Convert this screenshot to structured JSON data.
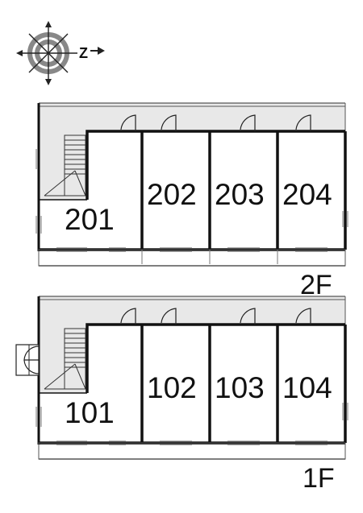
{
  "compass": {
    "north_letter": "Z"
  },
  "floors": [
    {
      "label": "2F",
      "units": [
        "201",
        "202",
        "203",
        "204"
      ]
    },
    {
      "label": "1F",
      "units": [
        "101",
        "102",
        "103",
        "104"
      ]
    }
  ]
}
